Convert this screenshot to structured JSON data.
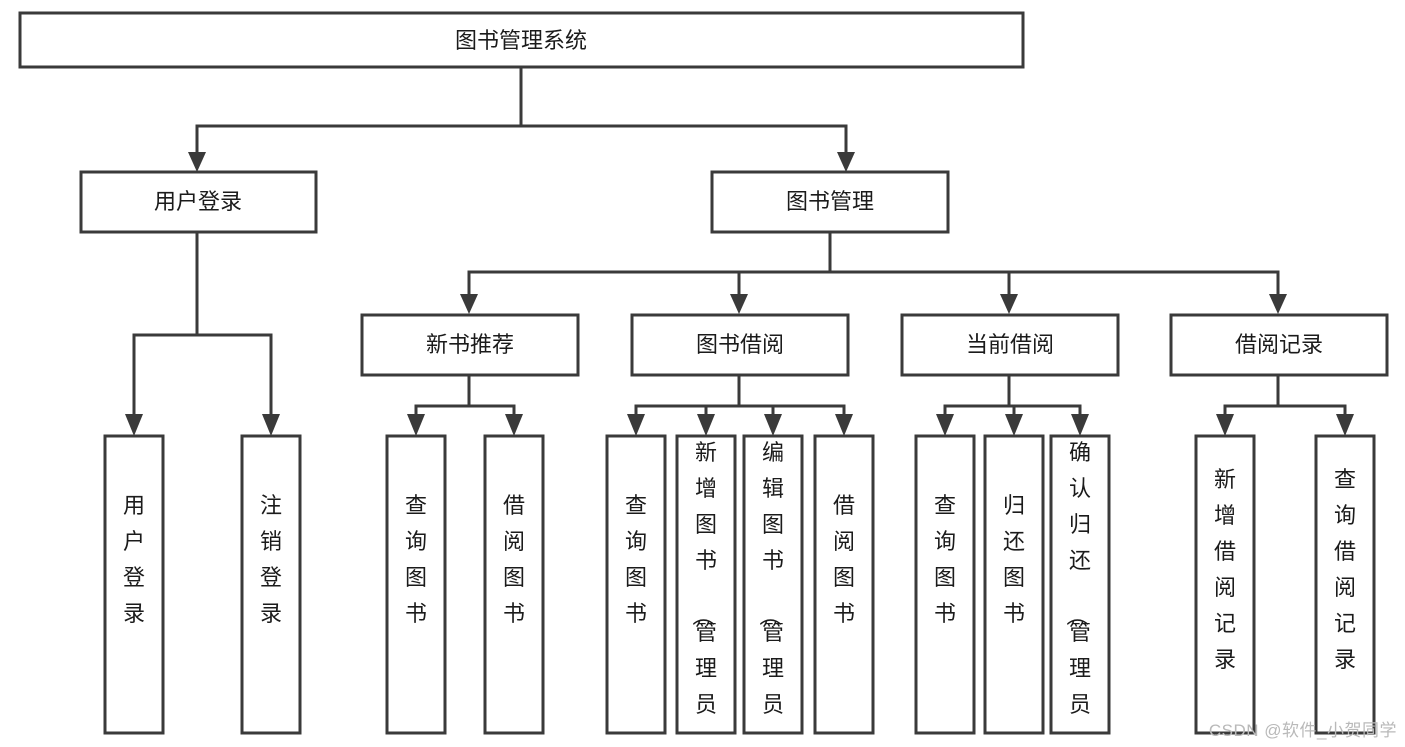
{
  "diagram": {
    "type": "tree-hierarchy-chart",
    "title": "图书管理系统",
    "watermark": "CSDN @软件_小贺同学",
    "colors": {
      "box_stroke": "#3a3a3a",
      "box_fill": "#ffffff",
      "text": "#1b1b1b",
      "background": "#ffffff",
      "watermark": "#b9b9b9"
    },
    "levels": {
      "root": {
        "label": "图书管理系统"
      },
      "level2": [
        {
          "label": "用户登录"
        },
        {
          "label": "图书管理"
        }
      ],
      "level3": [
        {
          "label": "新书推荐"
        },
        {
          "label": "图书借阅"
        },
        {
          "label": "当前借阅"
        },
        {
          "label": "借阅记录"
        }
      ],
      "leaves": {
        "user_login": [
          {
            "label": "用户登录"
          },
          {
            "label": "注销登录"
          }
        ],
        "new_book_recommend": [
          {
            "label": "查询图书"
          },
          {
            "label": "借阅图书"
          }
        ],
        "book_borrow": [
          {
            "label": "查询图书"
          },
          {
            "label": "新增图书（管理员）"
          },
          {
            "label": "编辑图书（管理员）"
          },
          {
            "label": "借阅图书"
          }
        ],
        "current_borrow": [
          {
            "label": "查询图书"
          },
          {
            "label": "归还图书"
          },
          {
            "label": "确认归还（管理员）"
          }
        ],
        "borrow_record": [
          {
            "label": "新增借阅记录"
          },
          {
            "label": "查询借阅记录"
          }
        ]
      }
    }
  }
}
